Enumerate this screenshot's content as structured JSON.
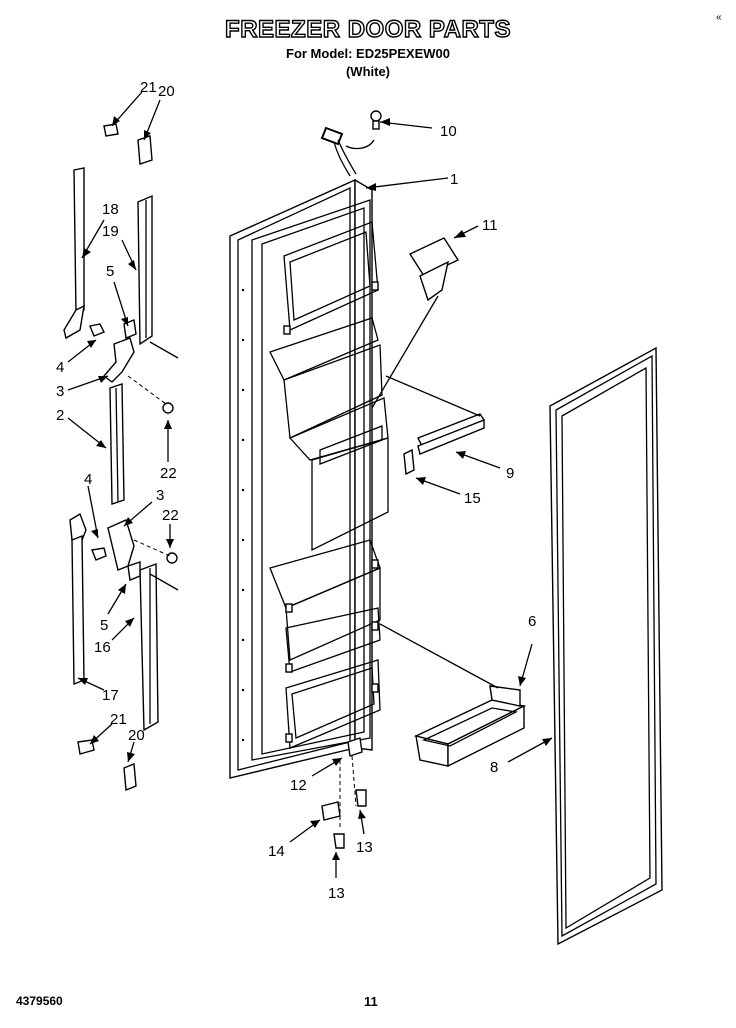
{
  "header": {
    "title": "FREEZER DOOR PARTS",
    "model_line": "For Model: ED25PEXEW00",
    "color_line": "(White)",
    "corner_mark": "«"
  },
  "footer": {
    "doc_number": "4379560",
    "page_number": "11"
  },
  "callouts": {
    "c1": "1",
    "c2": "2",
    "c3a": "3",
    "c3b": "3",
    "c4a": "4",
    "c4b": "4",
    "c5a": "5",
    "c5b": "5",
    "c6": "6",
    "c8": "8",
    "c9": "9",
    "c10": "10",
    "c11": "11",
    "c12": "12",
    "c13a": "13",
    "c13b": "13",
    "c14": "14",
    "c15": "15",
    "c16": "16",
    "c17": "17",
    "c18": "18",
    "c19": "19",
    "c20a": "20",
    "c20b": "20",
    "c21a": "21",
    "c21b": "21",
    "c22a": "22",
    "c22b": "22"
  }
}
